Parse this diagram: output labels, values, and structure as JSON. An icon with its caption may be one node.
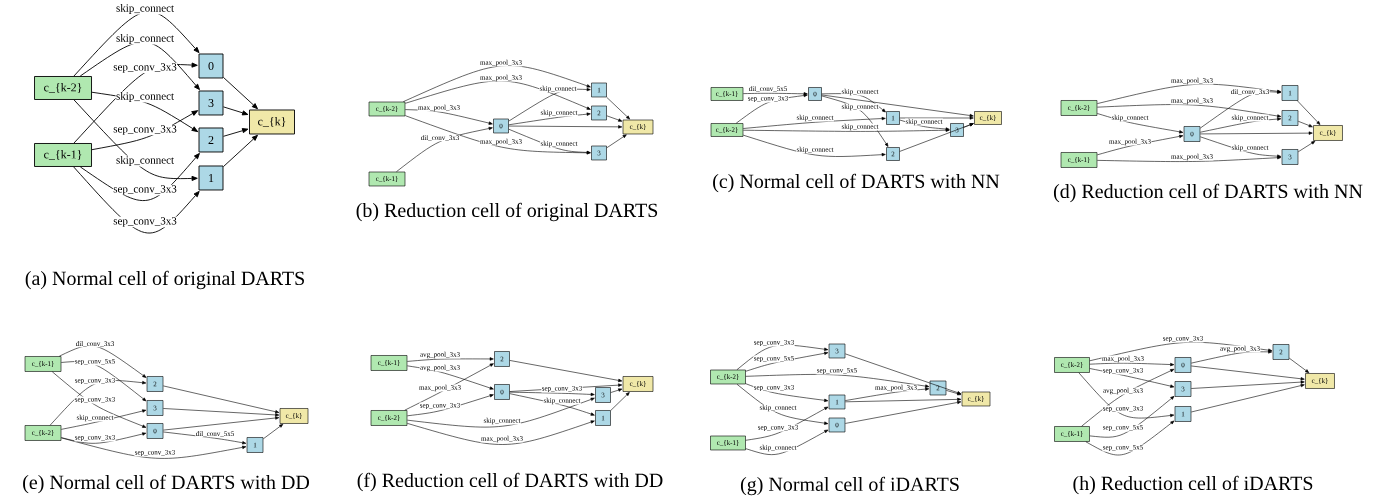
{
  "diagram": {
    "nodes": [
      {
        "text": [
          "c_{k-2}"
        ]
      },
      {
        "text": [
          "c_{k-1}"
        ]
      },
      {
        "text": [
          "0"
        ]
      },
      {
        "text": [
          "3"
        ]
      },
      {
        "text": [
          "2"
        ]
      },
      {
        "text": [
          "1"
        ]
      },
      {
        "text": [
          "c_{k}"
        ]
      },
      {
        "text": [
          "c_{k-2}"
        ]
      },
      {
        "text": [
          "c_{k-1}"
        ]
      },
      {
        "text": [
          "1"
        ]
      },
      {
        "text": [
          "2"
        ]
      },
      {
        "text": [
          "0"
        ]
      },
      {
        "text": [
          "3"
        ]
      },
      {
        "text": [
          "c_{k}"
        ]
      },
      {
        "text": [
          "c_{k-1}"
        ]
      },
      {
        "text": [
          "c_{k-2}"
        ]
      },
      {
        "text": [
          "0"
        ]
      },
      {
        "text": [
          "1"
        ]
      },
      {
        "text": [
          "3"
        ]
      },
      {
        "text": [
          "2"
        ]
      },
      {
        "text": [
          "c_{k}"
        ]
      },
      {
        "text": [
          "c_{k-2}"
        ]
      },
      {
        "text": [
          "c_{k-1}"
        ]
      },
      {
        "text": [
          "1"
        ]
      },
      {
        "text": [
          "2"
        ]
      },
      {
        "text": [
          "0"
        ]
      },
      {
        "text": [
          "3"
        ]
      },
      {
        "text": [
          "c_{k}"
        ]
      },
      {
        "text": [
          "c_{k-1}"
        ]
      },
      {
        "text": [
          "c_{k-2}"
        ]
      },
      {
        "text": [
          "2"
        ]
      },
      {
        "text": [
          "3"
        ]
      },
      {
        "text": [
          "0"
        ]
      },
      {
        "text": [
          "1"
        ]
      },
      {
        "text": [
          "c_{k}"
        ]
      },
      {
        "text": [
          "c_{k-1}"
        ]
      },
      {
        "text": [
          "c_{k-2}"
        ]
      },
      {
        "text": [
          "2"
        ]
      },
      {
        "text": [
          "0"
        ]
      },
      {
        "text": [
          "3"
        ]
      },
      {
        "text": [
          "1"
        ]
      },
      {
        "text": [
          "c_{k}"
        ]
      },
      {
        "text": [
          "c_{k-2}"
        ]
      },
      {
        "text": [
          "c_{k-1}"
        ]
      },
      {
        "text": [
          "3"
        ]
      },
      {
        "text": [
          "2"
        ]
      },
      {
        "text": [
          "1"
        ]
      },
      {
        "text": [
          "0"
        ]
      },
      {
        "text": [
          "c_{k}"
        ]
      },
      {
        "text": [
          "c_{k-2}"
        ]
      },
      {
        "text": [
          "c_{k-1}"
        ]
      },
      {
        "text": [
          "0"
        ]
      },
      {
        "text": [
          "2"
        ]
      },
      {
        "text": [
          "3"
        ]
      },
      {
        "text": [
          "1"
        ]
      },
      {
        "text": [
          "c_{k}"
        ]
      }
    ],
    "edges": [
      {
        "from": 0,
        "to": 2,
        "arrow": "to",
        "label": "skip_connect"
      },
      {
        "from": 0,
        "to": 3,
        "arrow": "to",
        "label": "skip_connect"
      },
      {
        "from": 1,
        "to": 2,
        "arrow": "to",
        "label": "sep_conv_3x3"
      },
      {
        "from": 0,
        "to": 4,
        "arrow": "to",
        "label": "skip_connect"
      },
      {
        "from": 1,
        "to": 3,
        "arrow": "to",
        "label": "sep_conv_3x3"
      },
      {
        "from": 0,
        "to": 5,
        "arrow": "to",
        "label": "skip_connect"
      },
      {
        "from": 1,
        "to": 4,
        "arrow": "to",
        "label": "sep_conv_3x3"
      },
      {
        "from": 1,
        "to": 5,
        "arrow": "to",
        "label": "sep_conv_3x3"
      },
      {
        "from": 2,
        "to": 6,
        "arrow": "to"
      },
      {
        "from": 3,
        "to": 6,
        "arrow": "to"
      },
      {
        "from": 4,
        "to": 6,
        "arrow": "to"
      },
      {
        "from": 5,
        "to": 6,
        "arrow": "to"
      },
      {
        "from": 7,
        "to": 9,
        "arrow": "to",
        "label": "max_pool_3x3"
      },
      {
        "from": 7,
        "to": 10,
        "arrow": "to",
        "label": "max_pool_3x3"
      },
      {
        "from": 7,
        "to": 11,
        "arrow": "to",
        "label": "max_pool_3x3"
      },
      {
        "from": 11,
        "to": 9,
        "arrow": "to",
        "label": "skip_connect"
      },
      {
        "from": 11,
        "to": 10,
        "arrow": "to",
        "label": "skip_connect"
      },
      {
        "from": 8,
        "to": 11,
        "arrow": "to",
        "label": "dil_conv_3x3"
      },
      {
        "from": 7,
        "to": 12,
        "arrow": "to",
        "label": "max_pool_3x3"
      },
      {
        "from": 11,
        "to": 12,
        "arrow": "to",
        "label": "skip_connect"
      },
      {
        "from": 9,
        "to": 13,
        "arrow": "to"
      },
      {
        "from": 10,
        "to": 13,
        "arrow": "to"
      },
      {
        "from": 11,
        "to": 13,
        "arrow": "to"
      },
      {
        "from": 12,
        "to": 13,
        "arrow": "to"
      },
      {
        "from": 14,
        "to": 16,
        "arrow": "to",
        "label": "dil_conv_5x5"
      },
      {
        "from": 15,
        "to": 16,
        "arrow": "to",
        "label": "sep_conv_3x3"
      },
      {
        "from": 16,
        "to": 17,
        "arrow": "to",
        "label": "skip_connect"
      },
      {
        "from": 16,
        "to": 19,
        "arrow": "to",
        "label": "skip_connect"
      },
      {
        "from": 15,
        "to": 17,
        "arrow": "to",
        "label": "skip_connect"
      },
      {
        "from": 17,
        "to": 18,
        "arrow": "to",
        "label": "skip_connect"
      },
      {
        "from": 15,
        "to": 18,
        "arrow": "to",
        "label": "skip_connect"
      },
      {
        "from": 15,
        "to": 19,
        "arrow": "to",
        "label": "skip_connect"
      },
      {
        "from": 16,
        "to": 20,
        "arrow": "to"
      },
      {
        "from": 17,
        "to": 20,
        "arrow": "to"
      },
      {
        "from": 18,
        "to": 20,
        "arrow": "to"
      },
      {
        "from": 19,
        "to": 20,
        "arrow": "to"
      },
      {
        "from": 21,
        "to": 23,
        "arrow": "to",
        "label": "max_pool_3x3"
      },
      {
        "from": 21,
        "to": 24,
        "arrow": "to",
        "label": "max_pool_3x3"
      },
      {
        "from": 21,
        "to": 25,
        "arrow": "to",
        "label": "skip_connect"
      },
      {
        "from": 25,
        "to": 23,
        "arrow": "to",
        "label": "dil_conv_3x3"
      },
      {
        "from": 25,
        "to": 24,
        "arrow": "to",
        "label": "skip_connect"
      },
      {
        "from": 22,
        "to": 25,
        "arrow": "to",
        "label": "max_pool_3x3"
      },
      {
        "from": 22,
        "to": 26,
        "arrow": "to",
        "label": "max_pool_3x3"
      },
      {
        "from": 25,
        "to": 26,
        "arrow": "to",
        "label": "skip_connect"
      },
      {
        "from": 23,
        "to": 27,
        "arrow": "to"
      },
      {
        "from": 24,
        "to": 27,
        "arrow": "to"
      },
      {
        "from": 25,
        "to": 27,
        "arrow": "to"
      },
      {
        "from": 26,
        "to": 27,
        "arrow": "to"
      },
      {
        "from": 28,
        "to": 30,
        "arrow": "to",
        "label": "dil_conv_3x3"
      },
      {
        "from": 28,
        "to": 31,
        "arrow": "to",
        "label": "sep_conv_5x5"
      },
      {
        "from": 29,
        "to": 30,
        "arrow": "to",
        "label": "sep_conv_3x3"
      },
      {
        "from": 28,
        "to": 32,
        "arrow": "to",
        "label": "sep_conv_3x3"
      },
      {
        "from": 29,
        "to": 31,
        "arrow": "to",
        "label": "skip_connect"
      },
      {
        "from": 29,
        "to": 32,
        "arrow": "to",
        "label": "sep_conv_3x3"
      },
      {
        "from": 32,
        "to": 33,
        "arrow": "to",
        "label": "dil_conv_5x5"
      },
      {
        "from": 29,
        "to": 33,
        "arrow": "to",
        "label": "sep_conv_3x3"
      },
      {
        "from": 30,
        "to": 34,
        "arrow": "to"
      },
      {
        "from": 31,
        "to": 34,
        "arrow": "to"
      },
      {
        "from": 32,
        "to": 34,
        "arrow": "to"
      },
      {
        "from": 33,
        "to": 34,
        "arrow": "to"
      },
      {
        "from": 35,
        "to": 37,
        "arrow": "to",
        "label": "avg_pool_3x3"
      },
      {
        "from": 35,
        "to": 38,
        "arrow": "to",
        "label": "avg_pool_3x3"
      },
      {
        "from": 36,
        "to": 37,
        "arrow": "to",
        "label": "max_pool_3x3"
      },
      {
        "from": 36,
        "to": 38,
        "arrow": "to",
        "label": "sep_conv_3x3"
      },
      {
        "from": 38,
        "to": 39,
        "arrow": "to",
        "label": "sep_conv_3x3"
      },
      {
        "from": 38,
        "to": 40,
        "arrow": "to",
        "label": "skip_connect"
      },
      {
        "from": 36,
        "to": 39,
        "arrow": "to",
        "label": "skip_connect"
      },
      {
        "from": 36,
        "to": 40,
        "arrow": "to",
        "label": "max_pool_3x3"
      },
      {
        "from": 37,
        "to": 41,
        "arrow": "to"
      },
      {
        "from": 38,
        "to": 41,
        "arrow": "to"
      },
      {
        "from": 39,
        "to": 41,
        "arrow": "to"
      },
      {
        "from": 40,
        "to": 41,
        "arrow": "to"
      },
      {
        "from": 42,
        "to": 44,
        "arrow": "to",
        "label": "sep_conv_3x3"
      },
      {
        "from": 42,
        "to": 44,
        "arrow": "to",
        "label": "sep_conv_5x5"
      },
      {
        "from": 42,
        "to": 45,
        "arrow": "to",
        "label": "sep_conv_5x5"
      },
      {
        "from": 42,
        "to": 46,
        "arrow": "to",
        "label": "sep_conv_3x3"
      },
      {
        "from": 46,
        "to": 45,
        "arrow": "to",
        "label": "max_pool_3x3"
      },
      {
        "from": 42,
        "to": 47,
        "arrow": "to",
        "label": "skip_connect"
      },
      {
        "from": 43,
        "to": 46,
        "arrow": "to",
        "label": "sep_conv_3x3"
      },
      {
        "from": 43,
        "to": 47,
        "arrow": "to",
        "label": "skip_connect"
      },
      {
        "from": 44,
        "to": 48,
        "arrow": "to"
      },
      {
        "from": 45,
        "to": 48,
        "arrow": "to"
      },
      {
        "from": 46,
        "to": 48,
        "arrow": "to"
      },
      {
        "from": 47,
        "to": 48,
        "arrow": "to"
      },
      {
        "from": 49,
        "to": 52,
        "arrow": "to",
        "label": "sep_conv_3x3"
      },
      {
        "from": 51,
        "to": 52,
        "arrow": "to",
        "label": "avg_pool_3x3"
      },
      {
        "from": 49,
        "to": 51,
        "arrow": "to",
        "label": "max_pool_3x3"
      },
      {
        "from": 49,
        "to": 53,
        "arrow": "to",
        "label": "sep_conv_3x3"
      },
      {
        "from": 50,
        "to": 51,
        "arrow": "to",
        "label": "avg_pool_3x3"
      },
      {
        "from": 49,
        "to": 54,
        "arrow": "to",
        "label": "sep_conv_3x3"
      },
      {
        "from": 50,
        "to": 53,
        "arrow": "to",
        "label": "sep_conv_5x5"
      },
      {
        "from": 50,
        "to": 54,
        "arrow": "to",
        "label": "sep_conv_5x5"
      },
      {
        "from": 51,
        "to": 55,
        "arrow": "to"
      },
      {
        "from": 52,
        "to": 55,
        "arrow": "to"
      },
      {
        "from": 53,
        "to": 55,
        "arrow": "to"
      },
      {
        "from": 54,
        "to": 55,
        "arrow": "to"
      }
    ],
    "labels": [
      "(a) Normal cell of original DARTS",
      "(b) Reduction cell of original DARTS",
      "(c) Normal cell of DARTS with NN",
      "(d) Reduction cell of DARTS with NN",
      "(e) Normal cell of DARTS with DD",
      "(f) Reduction cell of DARTS with DD",
      "(g) Normal cell of iDARTS",
      "(h) Reduction cell of iDARTS"
    ]
  }
}
